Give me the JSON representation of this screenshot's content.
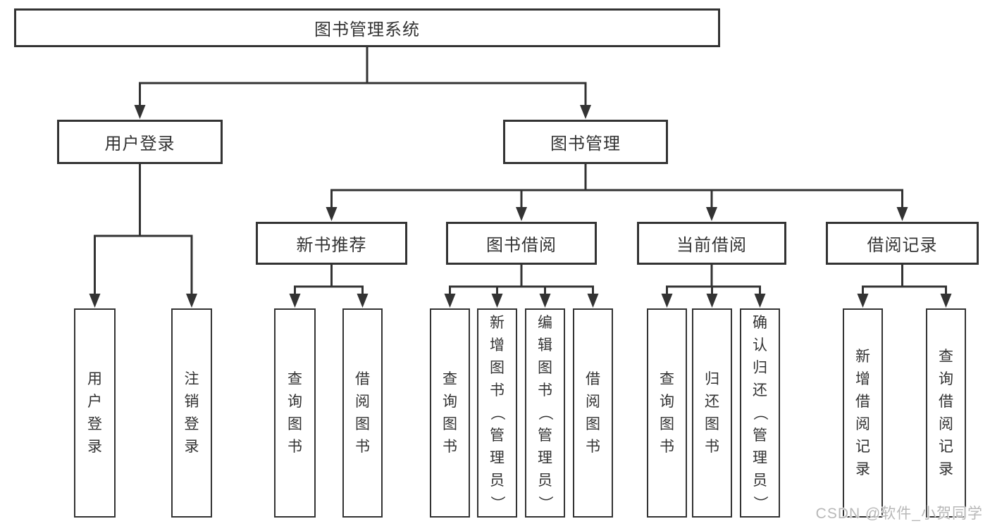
{
  "colors": {
    "line": "#333333",
    "text": "#333333",
    "box_fill": "#ffffff",
    "background": "#ffffff",
    "watermark": "#b8b8b8"
  },
  "diagram": {
    "root": {
      "label": "图书管理系统"
    },
    "level1": [
      {
        "label": "用户登录",
        "children": [
          {
            "label": "用户登录"
          },
          {
            "label": "注销登录"
          }
        ]
      },
      {
        "label": "图书管理",
        "children": [
          {
            "label": "新书推荐",
            "children": [
              {
                "label": "查询图书"
              },
              {
                "label": "借阅图书"
              }
            ]
          },
          {
            "label": "图书借阅",
            "children": [
              {
                "label": "查询图书"
              },
              {
                "label": "新增图书（管理员）"
              },
              {
                "label": "编辑图书（管理员）"
              },
              {
                "label": "借阅图书"
              }
            ]
          },
          {
            "label": "当前借阅",
            "children": [
              {
                "label": "查询图书"
              },
              {
                "label": "归还图书"
              },
              {
                "label": "确认归还（管理员）"
              }
            ]
          },
          {
            "label": "借阅记录",
            "children": [
              {
                "label": "新增借阅记录"
              },
              {
                "label": "查询借阅记录"
              }
            ]
          }
        ]
      }
    ]
  },
  "watermark": {
    "text": "CSDN @软件_小贺同学"
  }
}
